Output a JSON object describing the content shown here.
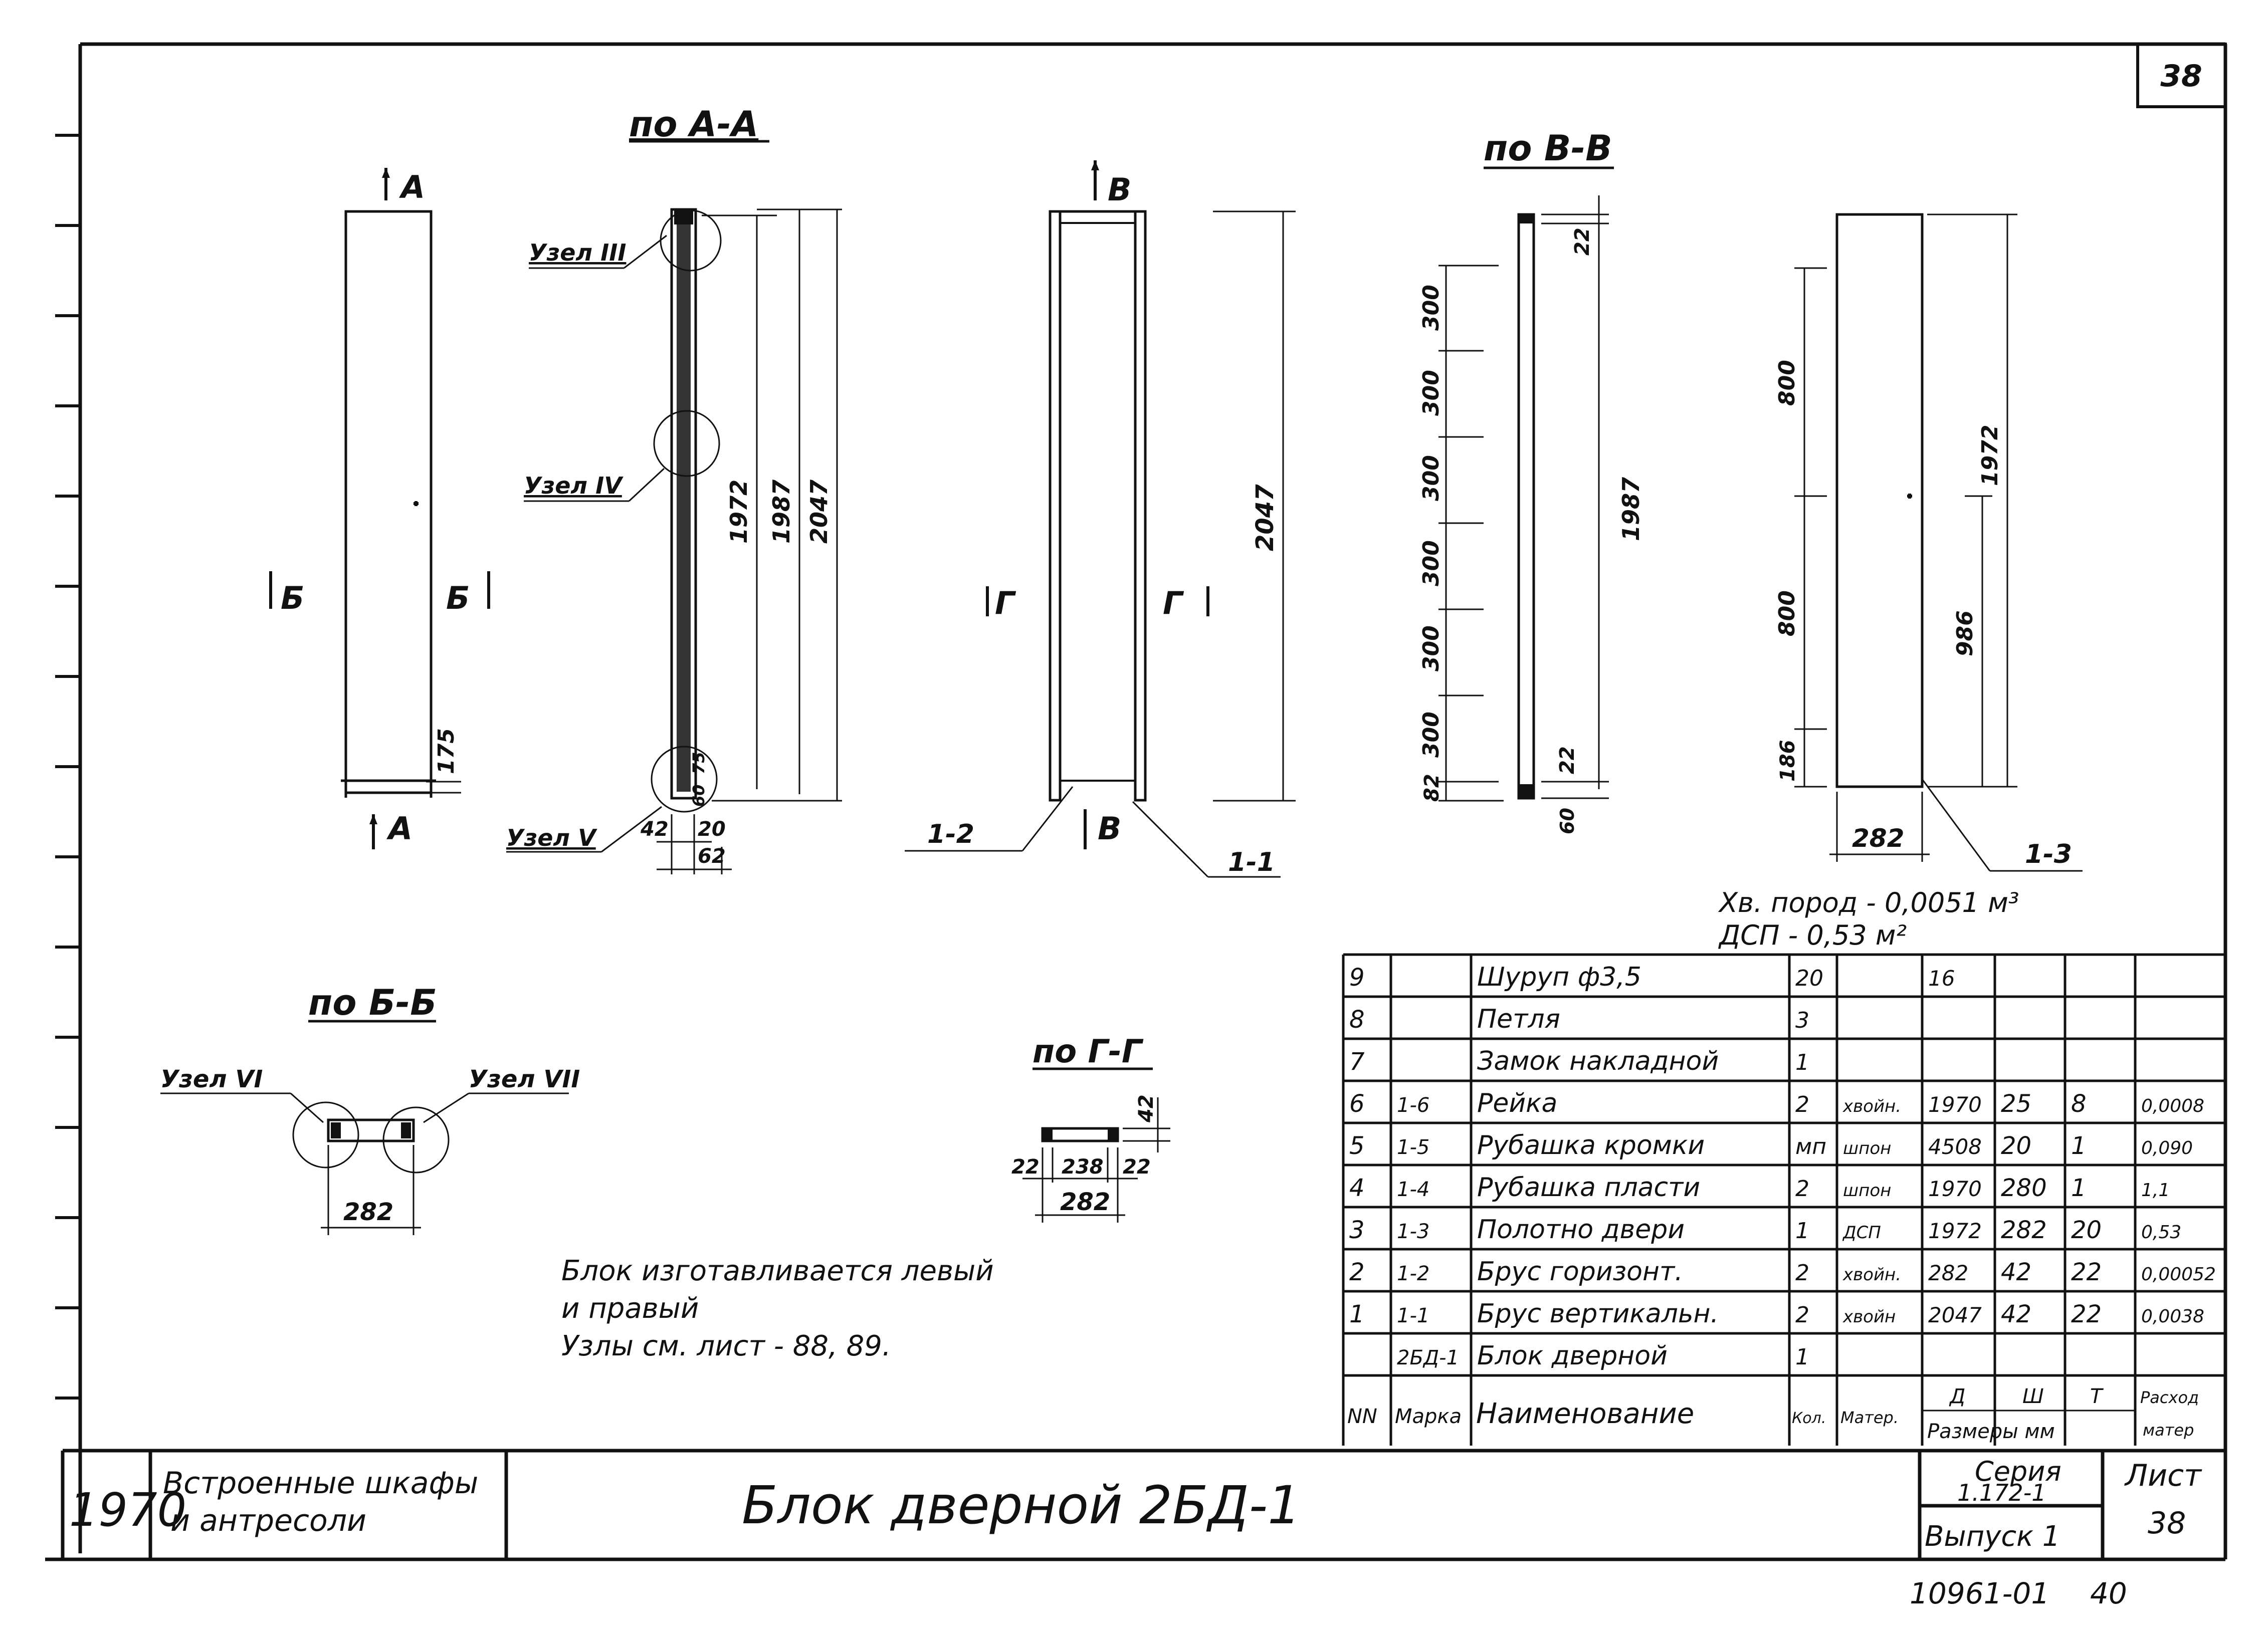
{
  "sheet_number_corner": "38",
  "views": {
    "section_aa_title": "по А-А",
    "section_vv_title": "по В-В",
    "section_bb_title": "по Б-Б",
    "section_gg_title": "по Г-Г",
    "cut_a": "А",
    "cut_b": "Б",
    "cut_v": "В",
    "cut_g": "Г"
  },
  "nodes": {
    "n3": "Узел III",
    "n4": "Узел IV",
    "n5": "Узел V",
    "n6": "Узел VI",
    "n7": "Узел VII"
  },
  "dimensions": {
    "d175": "175",
    "d1972": "1972",
    "d1987": "1987",
    "d2047": "2047",
    "d42": "42",
    "d20": "20",
    "d62": "62",
    "d60": "60",
    "d75": "75",
    "d2047b": "2047",
    "d22top": "22",
    "d300": "300",
    "d82": "82",
    "d1987b": "1987",
    "d22bot": "22",
    "d60b": "60",
    "d800a": "800",
    "d800b": "800",
    "d186": "186",
    "d986": "986",
    "d1972b": "1972",
    "d282": "282",
    "d282bb": "282",
    "d42gg": "42",
    "d22l": "22",
    "d238": "238",
    "d22r": "22",
    "d282gg": "282"
  },
  "part_labels": {
    "p12": "1-2",
    "p11": "1-1",
    "p13": "1-3"
  },
  "volumes": {
    "line1": "Хв. пород - 0,0051 м³",
    "line2": "ДСП - 0,53 м²"
  },
  "notes": {
    "line1": "Блок изготавливается левый",
    "line2": "и правый",
    "line3": "Узлы см. лист - 88, 89."
  },
  "spec_table": {
    "rows": [
      [
        "9",
        "",
        "Шуруп ф3,5",
        "20",
        "",
        "16",
        "",
        "",
        ""
      ],
      [
        "8",
        "",
        "Петля",
        "3",
        "",
        "",
        "",
        "",
        ""
      ],
      [
        "7",
        "",
        "Замок накладной",
        "1",
        "",
        "",
        "",
        "",
        ""
      ],
      [
        "6",
        "1-6",
        "Рейка",
        "2",
        "хвойн.",
        "1970",
        "25",
        "8",
        "0,0008"
      ],
      [
        "5",
        "1-5",
        "Рубашка кромки",
        "мп",
        "шпон",
        "4508",
        "20",
        "1",
        "0,090"
      ],
      [
        "4",
        "1-4",
        "Рубашка пласти",
        "2",
        "шпон",
        "1970",
        "280",
        "1",
        "1,1"
      ],
      [
        "3",
        "1-3",
        "Полотно двери",
        "1",
        "ДСП",
        "1972",
        "282",
        "20",
        "0,53"
      ],
      [
        "2",
        "1-2",
        "Брус горизонт.",
        "2",
        "хвойн.",
        "282",
        "42",
        "22",
        "0,00052"
      ],
      [
        "1",
        "1-1",
        "Брус вертикальн.",
        "2",
        "хвойн",
        "2047",
        "42",
        "22",
        "0,0038"
      ],
      [
        "",
        "2БД-1",
        "Блок дверной",
        "1",
        "",
        "",
        "",
        "",
        ""
      ]
    ],
    "header": {
      "nn": "NN",
      "marka": "Марка",
      "name": "Наименование",
      "kol": "Кол.",
      "mater": "Матер.",
      "d": "Д",
      "sh": "Ш",
      "t": "Т",
      "sizes": "Размеры мм",
      "rashod1": "Расход",
      "rashod2": "матер"
    }
  },
  "title_block": {
    "year": "1970",
    "subject_line1": "Встроенные шкафы",
    "subject_line2": "и антресоли",
    "title": "Блок дверной 2БД-1",
    "series_label": "Серия",
    "series_value": "1.172-1",
    "issue": "Выпуск 1",
    "sheet_label": "Лист",
    "sheet_value": "38"
  },
  "footer": {
    "code": "10961-01",
    "page": "40"
  }
}
